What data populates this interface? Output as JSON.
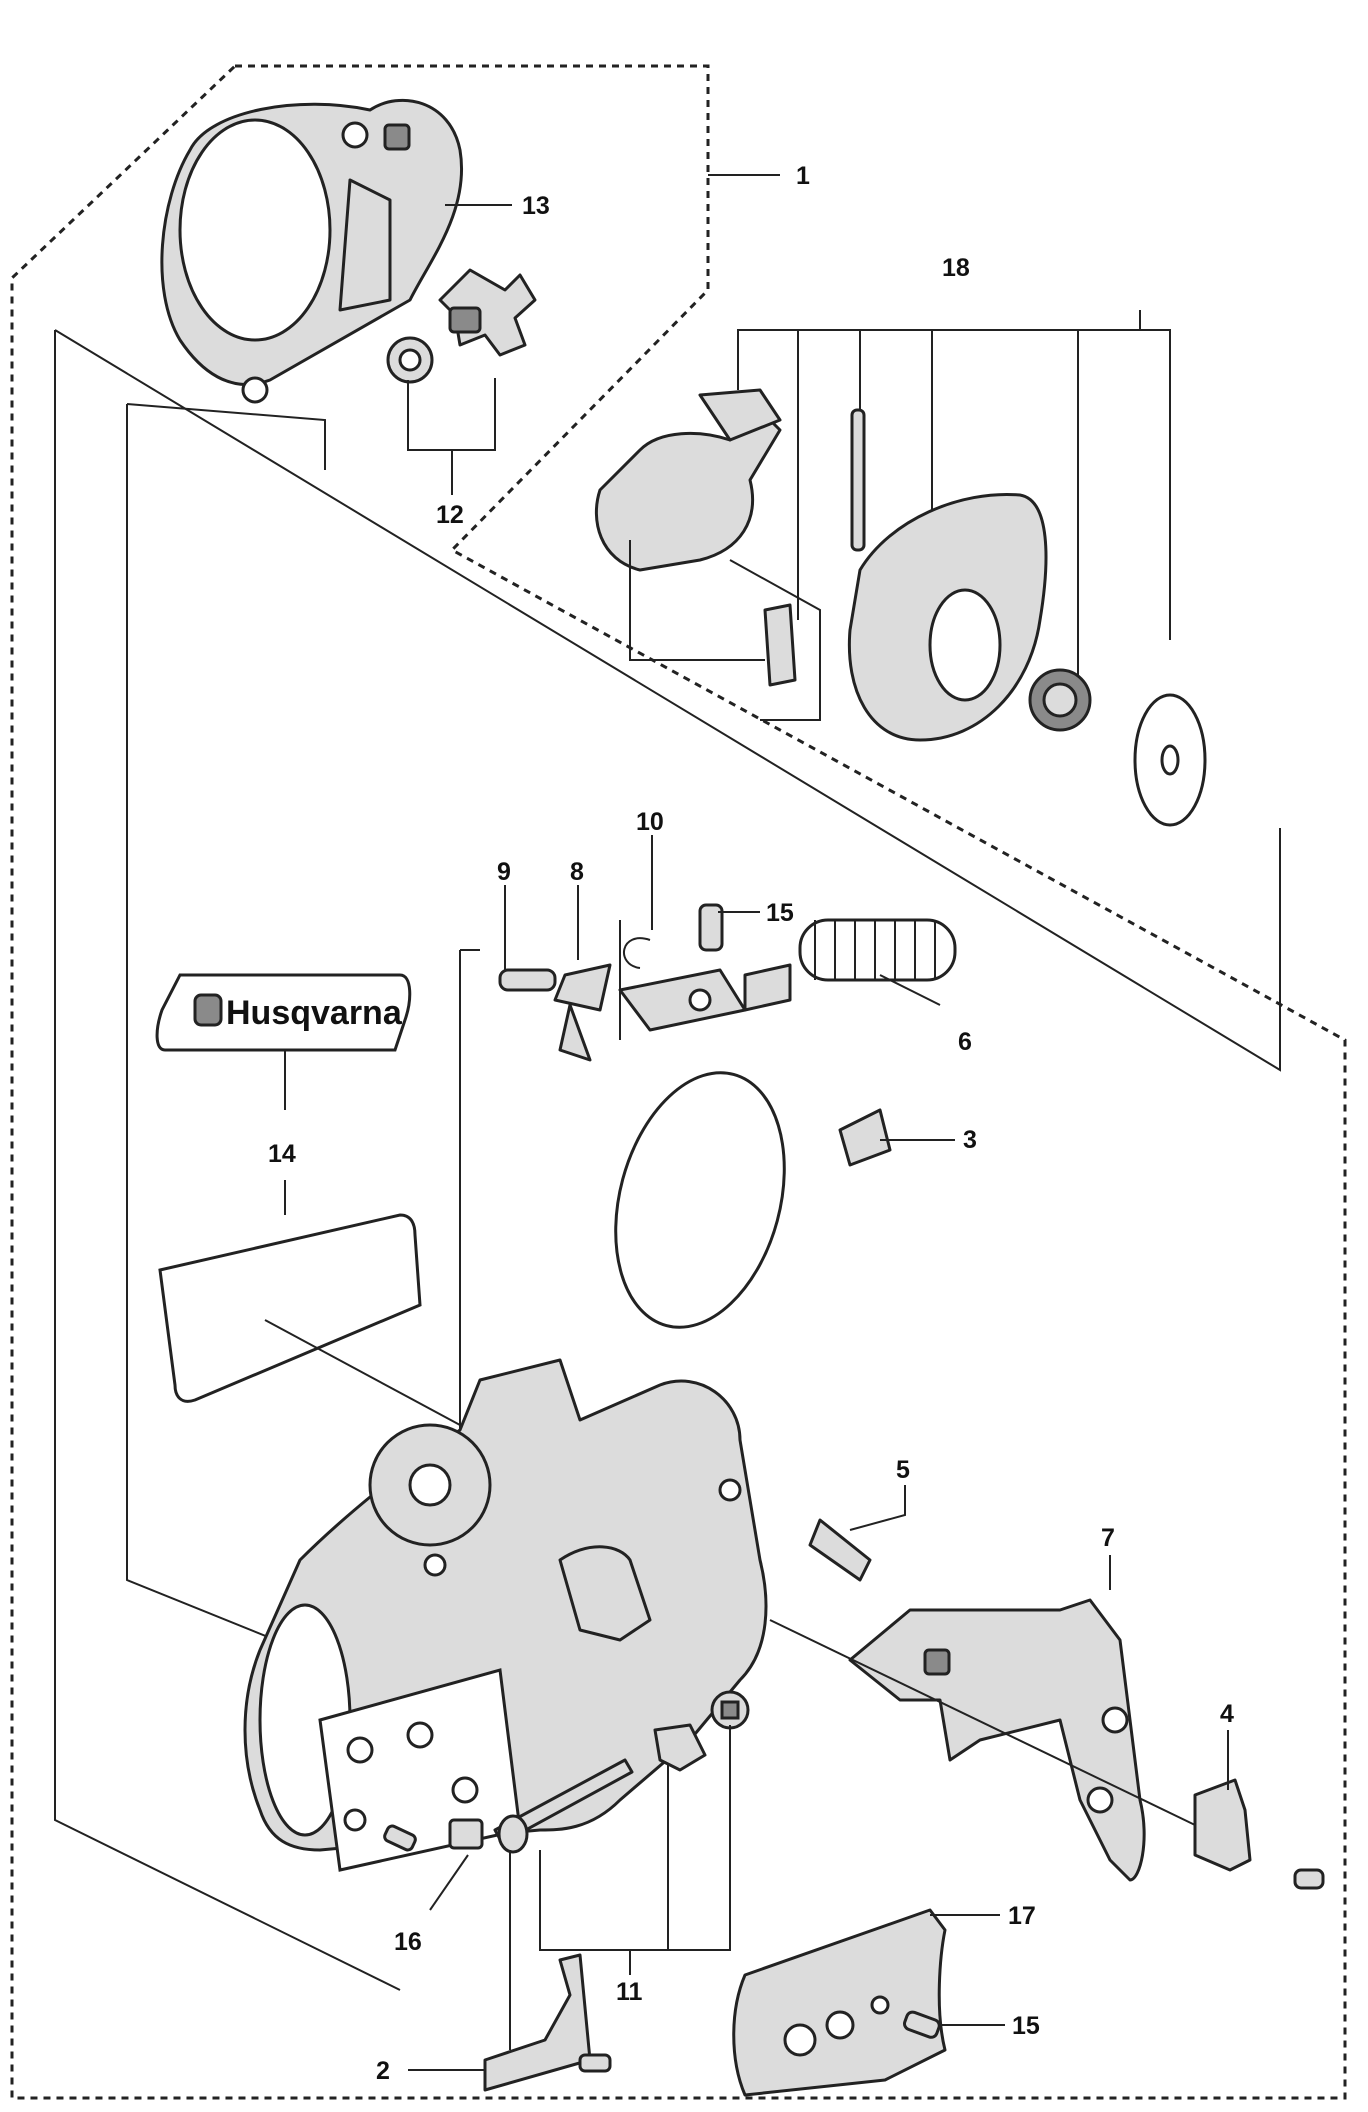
{
  "brand": {
    "logo_text": "Husqvarna"
  },
  "callouts": {
    "c1": "1",
    "c2": "2",
    "c3": "3",
    "c4": "4",
    "c5": "5",
    "c6": "6",
    "c7": "7",
    "c8": "8",
    "c9": "9",
    "c10": "10",
    "c11": "11",
    "c12": "12",
    "c13": "13",
    "c14": "14",
    "c15a": "15",
    "c15b": "15",
    "c16": "16",
    "c17": "17",
    "c18": "18"
  }
}
